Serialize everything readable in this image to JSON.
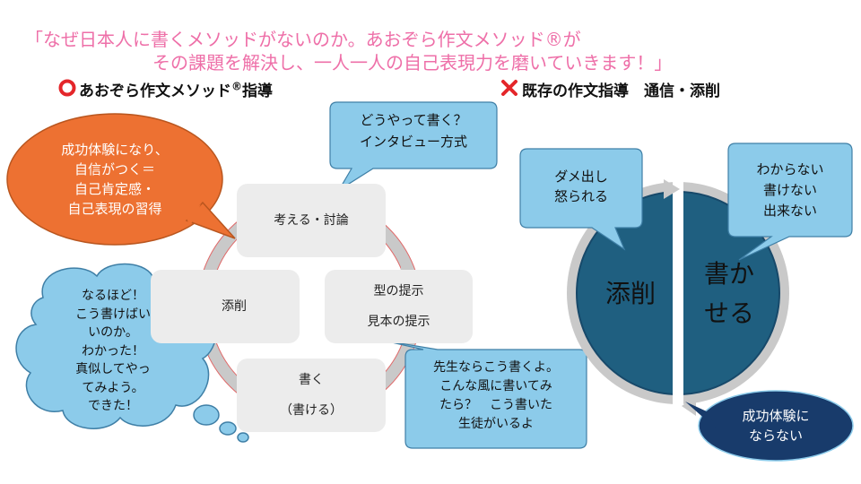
{
  "headline": {
    "line1": "「なぜ日本人に書くメソッドがないのか。あおぞら作文メソッド®が",
    "line2": "その課題を解決し、一人一人の自己表現力を磨いていきます！」"
  },
  "left_heading": {
    "icon": "red-circle-icon",
    "text": "あおぞら作文メソッド",
    "reg": "®",
    "suffix": "指導"
  },
  "right_heading": {
    "icon": "red-cross-icon",
    "text": "既存の作文指導　通信・添削"
  },
  "cycle_left": {
    "think": "考える・討論",
    "pattern_line1": "型の提示",
    "pattern_line2": "見本の提示",
    "write_line1": "書く",
    "write_line2": "（書ける）",
    "correct": "添削"
  },
  "callouts_left": {
    "how_line1": "どうやって書く？",
    "how_line2": "インタビュー方式",
    "success": [
      "成功体験になり、",
      "自信がつく＝",
      "自己肯定感・",
      "自己表現の習得"
    ],
    "thought": [
      "なるほど！",
      "こう書けばい",
      "いのか。",
      "わかった！",
      "真似してやっ",
      "てみよう。",
      "できた！"
    ],
    "teacher": [
      "先生ならこう書くよ。",
      "こんな風に書いてみ",
      "たら？　こう書いた",
      "生徒がいるよ"
    ]
  },
  "cycle_right": {
    "correct": "添削",
    "make_write_line1": "書か",
    "make_write_line2": "せる"
  },
  "callouts_right": {
    "scolded": [
      "ダメ出し",
      "怒られる"
    ],
    "cannot": [
      "わからない",
      "書けない",
      "出来ない"
    ],
    "no_success": [
      "成功体験に",
      "ならない"
    ]
  },
  "colors": {
    "pink": "#ee6fa8",
    "callout_blue": "#8ccbea",
    "orange": "#ed7132",
    "teal": "#1f5f80",
    "navy": "#183b6b",
    "ring_gray": "#c9c9c9",
    "box_gray": "#ececec",
    "red": "#e4262a"
  }
}
